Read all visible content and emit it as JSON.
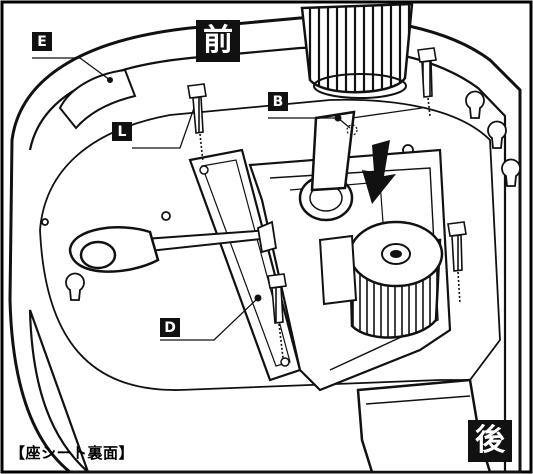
{
  "labels": {
    "e": "E",
    "b": "B",
    "l": "L",
    "d": "D",
    "front": "前",
    "rear": "後"
  },
  "caption": "【座シート裏面】",
  "colors": {
    "ink": "#111111",
    "paper": "#ffffff",
    "shade": "#cfcfcf"
  }
}
